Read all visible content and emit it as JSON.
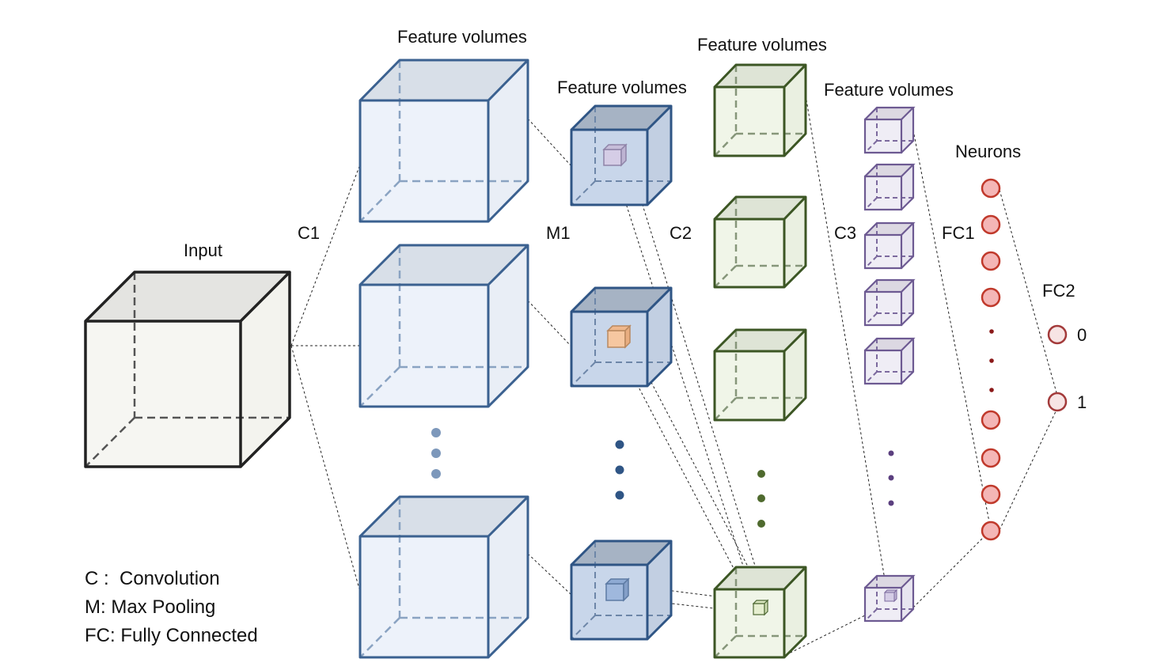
{
  "labels": {
    "input": "Input",
    "feature_volumes_1": "Feature volumes",
    "feature_volumes_2": "Feature volumes",
    "feature_volumes_3": "Feature volumes",
    "feature_volumes_4": "Feature volumes",
    "neurons": "Neurons",
    "c1": "C1",
    "m1": "M1",
    "c2": "C2",
    "c3": "C3",
    "fc1": "FC1",
    "fc2": "FC2",
    "out0": "0",
    "out1": "1"
  },
  "legend": {
    "line1": "C :  Convolution",
    "line2": "M: Max Pooling",
    "line3": "FC: Fully Connected"
  },
  "colors": {
    "input_edge": "#222222",
    "input_front": "#f6f6f2",
    "input_top": "#e4e4e1",
    "c1_edge": "#3b6190",
    "c1_front": "#edf2fa",
    "c1_top": "#d8dfe8",
    "m1_edge": "#2f5585",
    "m1_front": "#c8d6ea",
    "m1_top": "#a6b3c4",
    "c2_edge": "#3c5624",
    "c2_front": "#f0f5e8",
    "c2_top": "#dee4d6",
    "c3_edge": "#6d5a92",
    "c3_front": "#efedf5",
    "c3_top": "#dcd8e2",
    "neuron_fill": "#f4b6b6",
    "neuron_edge": "#c0392b",
    "out_fill": "#f7e4e4",
    "out_edge": "#a33a3a",
    "kernel_purple": "#d5cde6",
    "kernel_orange": "#f6c7a0",
    "kernel_blue": "#9fb8dd",
    "kernel_green": "#e6efd0"
  }
}
